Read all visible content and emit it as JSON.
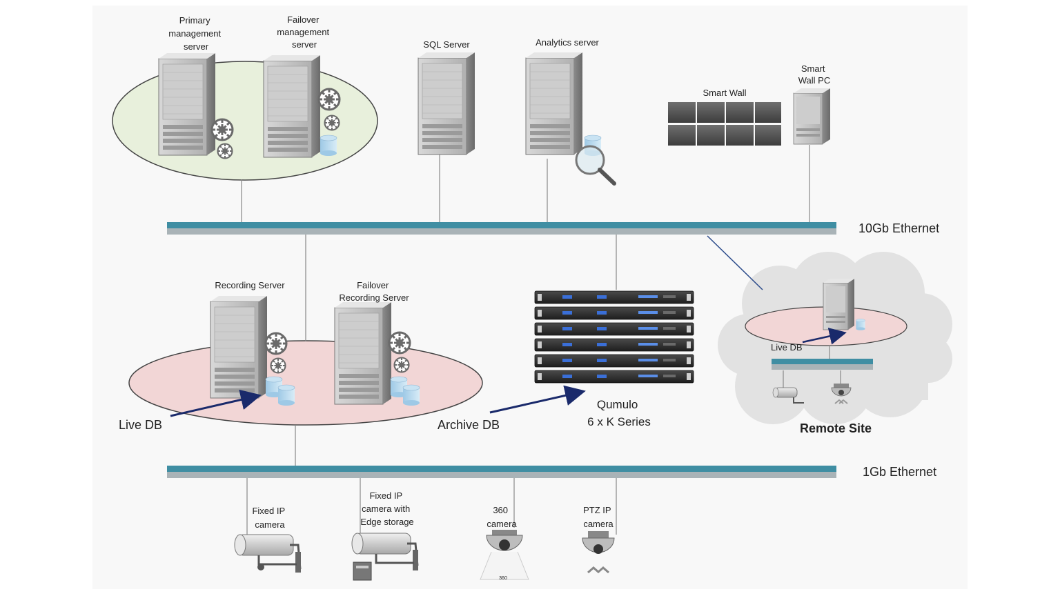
{
  "labels": {
    "primary_mgmt": [
      "Primary",
      "management",
      "server"
    ],
    "failover_mgmt": [
      "Failover",
      "management",
      "server"
    ],
    "sql_server": "SQL Server",
    "analytics_server": "Analytics server",
    "smart_wall": "Smart Wall",
    "smart_wall_pc": [
      "Smart",
      "Wall PC"
    ],
    "net_10gb": "10Gb Ethernet",
    "net_1gb": "1Gb Ethernet",
    "recording_server": "Recording Server",
    "failover_recording": [
      "Failover",
      "Recording Server"
    ],
    "qumulo": [
      "Qumulo",
      "6 x K Series"
    ],
    "live_db": "Live DB",
    "archive_db": "Archive DB",
    "remote_live_db": "Live DB",
    "remote_site": "Remote Site",
    "fixed_cam": [
      "Fixed IP",
      "camera"
    ],
    "fixed_edge_cam": [
      "Fixed IP",
      "camera with",
      "Edge storage"
    ],
    "cam_360": [
      "360",
      "camera"
    ],
    "ptz_cam": [
      "PTZ IP",
      "camera"
    ],
    "cam_360_tag": "360"
  },
  "colors": {
    "network_bar": "#3f8ea3",
    "network_bar_shade": "#a9b3b7",
    "arrow": "#1a2a6b",
    "mgmt_zone": "#e8f0dc",
    "recording_zone": "#f2d6d6",
    "cloud": "#e4e4e4"
  }
}
